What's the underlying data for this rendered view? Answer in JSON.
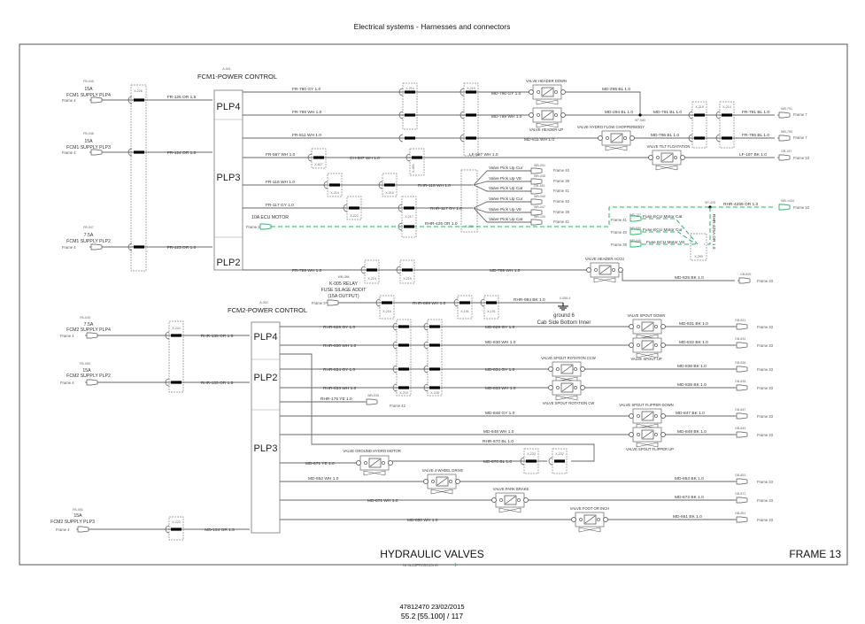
{
  "header": {
    "title": "Electrical systems - Harnesses and connectors"
  },
  "footer": {
    "section": "HYDRAULIC VALVES",
    "frame": "FRAME 13",
    "drawing_ref": "NHIL13FR00013HA",
    "revision": "1",
    "doc": "47812470 23/02/2015",
    "page": "55.2 [55.100] / 117"
  },
  "colors": {
    "wire": "#666666",
    "ecu_motor_circuit": "#2db36b",
    "text": "#222222"
  },
  "fcm1": {
    "id": "A-901",
    "name": "FCM1-POWER CONTROL",
    "plp4": "PLP4",
    "plp3": "PLP3",
    "plp2": "PLP2"
  },
  "fcm2": {
    "id": "A-902",
    "name": "FCM2-POWER CONTROL",
    "plp4": "PLP4",
    "plp2": "PLP2",
    "plp3": "PLP3"
  },
  "fuses": [
    {
      "id": "FB-045",
      "rating": "15A",
      "name": "FCM1 SUPPLY PLP4",
      "frame": "Frame 4"
    },
    {
      "id": "FB-046",
      "rating": "15A",
      "name": "FCM1 SUPPLY PLP3",
      "frame": "Frame 4"
    },
    {
      "id": "FB-047",
      "rating": "7.5A",
      "name": "FCM1 SUPPLY PLP2",
      "frame": "Frame 4"
    },
    {
      "id": "FB-049",
      "rating": "7.5A",
      "name": "FCM2 SUPPLY PLP4",
      "frame": "Frame 4"
    },
    {
      "id": "FB-050",
      "rating": "15A",
      "name": "FCM2 SUPPLY PLP2",
      "frame": "Frame 4"
    },
    {
      "id": "FB-051",
      "rating": "15A",
      "name": "FCM2 SUPPLY PLP3",
      "frame": "Frame 4"
    },
    {
      "id": "FB-040",
      "rating": "10A",
      "name": "10A ECU MOTOR",
      "frame": "Frame 2"
    }
  ],
  "relay": {
    "id": "WB-088",
    "line1": "K-005 RELAY",
    "line2": "FUSE SILAGE ADDIT",
    "line3": "(15A OUTPUT)",
    "frame": "Frame 3"
  },
  "ground": {
    "id": "X-058-4",
    "name": "ground 6",
    "location": "Cab Side Bottom Inner"
  },
  "splices": {
    "sp080": "SP-080",
    "sp425": "SP-425"
  },
  "connectors": {
    "x226": "X-226",
    "x214": "X-214",
    "x219": "X-219",
    "x827": "X-827",
    "x083": "X-083",
    "x215": "X-215",
    "x222": "X-222",
    "x217": "X-217",
    "x289": "X-289",
    "x290": "X-290",
    "x191": "X-191",
    "x224": "X-224",
    "x223": "X-223",
    "x228": "X-228",
    "x233": "X-233",
    "x232": "X-232"
  },
  "wires": {
    "fr125": "FR-125 OR 1.5",
    "fr124": "FR-124 OR 1.0",
    "fr123": "FR-123 OR 1.0",
    "fr790": "FR-790 GY 1.0",
    "fr789": "FR-789 WH 1.0",
    "fr811": "FR-811 WH 1.0",
    "fr587": "FR-587 WH 1.0",
    "ch587": "CH-587 WH 1.0",
    "lf587": "LF-587 WH 1.0",
    "lf187": "LF-187 BK 1.0",
    "fr118": "FR-118 WH 1.0",
    "rhr118": "RHR-118 WH 1.0",
    "fr117": "FR-117 GY 1.0",
    "rhr117": "RHR-117 GY 1.0",
    "rhr425": "RHR-425 OR 1.0",
    "rhr4269": "RHR-4269 OR 1.0",
    "rhr425a": "RHR-425A OR 1.0",
    "md790": "MD-790 GY 1.0",
    "md789": "MD-789 WH 1.0",
    "md295": "MD-295 BL 1.0",
    "md294": "MD-294 BL 1.0",
    "md791": "MD-791 BL 1.0",
    "fr791": "FR-791 BL 1.0",
    "md811": "MD-811 WH 1.0",
    "md795": "MD-795 BL 1.0",
    "fr795": "FR-795 BL 1.0",
    "fr799": "FR-799 WH 1.0",
    "md799": "MD-799 WH 1.0",
    "md825": "MD-825 BK 1.0",
    "rhr899": "RHR-899 WH 1.0",
    "rhr994": "RHR-994 BK 1.0",
    "rhr135": "RHR-135 OR 1.5",
    "rhr133": "RHR-133 OR 1.5",
    "md134": "MD-134 OR 1.5",
    "rhr829": "RHR-829 GY 1.0",
    "rhr830": "RHR-830 WH 1.0",
    "rhr834": "RHR-834 GY 1.0",
    "rhr833": "RHR-833 WH 1.0",
    "rhr176": "RHR-176 YE 1.0",
    "md829": "MD-829 GY 1.0",
    "md830": "MD-830 WH 1.0",
    "md834": "MD-834 GY 1.0",
    "md833": "MD-833 WH 1.0",
    "md831": "MD-831 BK 1.0",
    "md832": "MD-832 BK 1.0",
    "md836": "MD-836 BK 1.0",
    "md835": "MD-835 BK 1.0",
    "md846": "MD-846 GY 1.0",
    "md848": "MD-848 WH 1.0",
    "md847": "MD-847 BK 1.0",
    "md849": "MD-849 BK 1.0",
    "rhr670": "RHR-670 BL 1.0",
    "md670": "MD-670 BL 1.0",
    "md671": "MD-671 YE 1.0",
    "md852": "MD-852 WH 1.0",
    "md853": "MD-853 BK 1.0",
    "md871": "MD-871 WH 1.0",
    "md872": "MD-872 BK 1.0",
    "md850": "MD-850 WH 1.0",
    "md851": "MD-851 BK 1.0"
  },
  "valves": {
    "header_down": "VALVE HEADER DOWN",
    "header_up": "VALVE HEADER UP",
    "hydro_flow": "VALVE HYDRO FLOW CHOPPERBODY",
    "tilt_flotation": "VALVE TILT FLOATATION",
    "header_accu": "VALVE HEADER ACCU",
    "spout_down": "VALVE SPOUT DOWN",
    "spout_up": "VALVE SPOUT UP",
    "spout_rot_ccw": "VALVE SPOUT ROTATION CCW",
    "spout_rot_cw": "VALVE SPOUT ROTATION CW",
    "flipper_down": "VALVE SPOUT FLIPPER DOWN",
    "flipper_up": "VALVE SPOUT FLIPPER UP",
    "ground_hydro": "VALVE GROUND HYDRO MOTOR",
    "four_wd": "VALVE 4-WHEEL DRIVE",
    "park_brake": "VALVE PARK BRAKE",
    "foot_inch": "VALVE FOOT OR INCH"
  },
  "pickups": [
    {
      "label": "Valve Pick Up Cur",
      "terminal": "WB-051",
      "frame": "Frame 40"
    },
    {
      "label": "Valve Pick Up V8",
      "terminal": "WB-048",
      "frame": "Frame 39"
    },
    {
      "label": "Valve Pick Up Cat",
      "terminal": "GB-189",
      "frame": "Frame 41"
    },
    {
      "label": "Valve Pick Up Cur",
      "terminal": "WB-049",
      "frame": "Frame 40"
    },
    {
      "label": "Valve Pick Up V8",
      "terminal": "WB-047",
      "frame": "Frame 39"
    },
    {
      "label": "Valve Pick Up Cat",
      "terminal": "WB-100",
      "frame": "Frame 41"
    }
  ],
  "ecu_fuses": [
    {
      "label": "Fuse ECU Motor Cat",
      "terminal": "WB-107",
      "frame": "Frame 41"
    },
    {
      "label": "Fuse ECU Motor Cur",
      "terminal": "WB-050",
      "frame": "Frame 40"
    },
    {
      "label": "Fuse ECU Motor V8",
      "terminal": "WB-046",
      "frame": "Frame 39"
    }
  ],
  "terminals": {
    "wb791": {
      "id": "WB-791",
      "frame": "Frame 7"
    },
    "wb795": {
      "id": "WB-795",
      "frame": "Frame 7"
    },
    "gb187": {
      "id": "GB-187",
      "frame": "Frame 33"
    },
    "wb1424": {
      "id": "WB-1424",
      "frame": "Frame 10"
    },
    "gb825": {
      "id": "GB-825",
      "frame": "Frame 33"
    },
    "wb035": {
      "id": "WB-035",
      "frame": "Frame 42"
    },
    "gb831": {
      "id": "GB-831",
      "frame": "Frame 33"
    },
    "gb832": {
      "id": "GB-832",
      "frame": "Frame 33"
    },
    "gb836": {
      "id": "GB-836",
      "frame": "Frame 33"
    },
    "gb835": {
      "id": "GB-835",
      "frame": "Frame 33"
    },
    "gb847": {
      "id": "GB-847",
      "frame": "Frame 33"
    },
    "gb849": {
      "id": "GB-849",
      "frame": "Frame 33"
    },
    "gb853": {
      "id": "GB-853",
      "frame": "Frame 33"
    },
    "gb872": {
      "id": "GB-872",
      "frame": "Frame 33"
    },
    "gb851": {
      "id": "GB-851",
      "frame": "Frame 33"
    }
  }
}
